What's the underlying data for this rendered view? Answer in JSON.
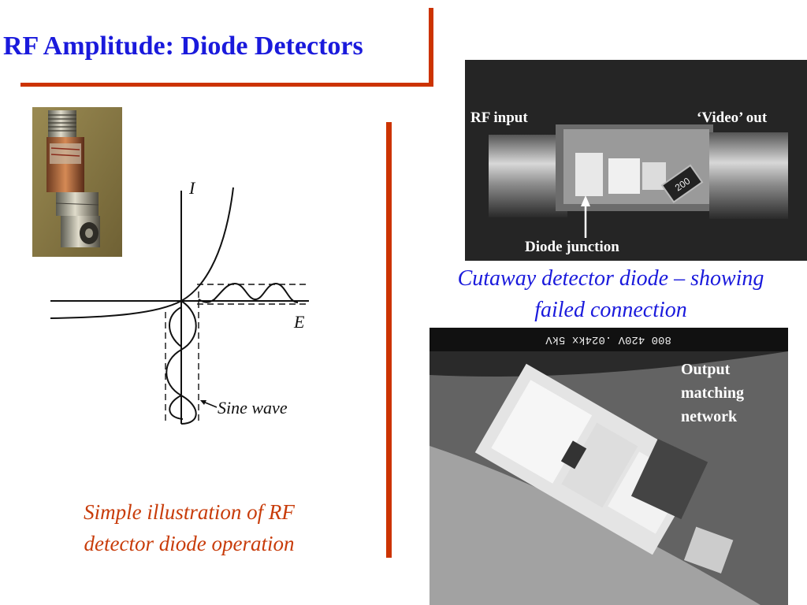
{
  "slide": {
    "title": "RF Amplitude: Diode Detectors",
    "left_caption_line1": "Simple illustration of RF",
    "left_caption_line2": "detector diode operation",
    "right_caption_line1": "Cutaway detector diode – showing",
    "right_caption_line2": "failed connection"
  },
  "diagram": {
    "axis_i": "I",
    "axis_e": "E",
    "sine_label": "Sine wave"
  },
  "cutaway_photo": {
    "rf_input": "RF input",
    "video_out": "‘Video’ out",
    "diode_junction": "Diode junction",
    "resistor_marking": "200"
  },
  "sem_photo": {
    "header_text": "800 420V .024kx 5kV",
    "label_line1": "Output",
    "label_line2": "matching",
    "label_line3": "network"
  },
  "colors": {
    "title_blue": "#1a1adc",
    "accent_orange": "#cc3300",
    "caption_red": "#c83c0a"
  }
}
